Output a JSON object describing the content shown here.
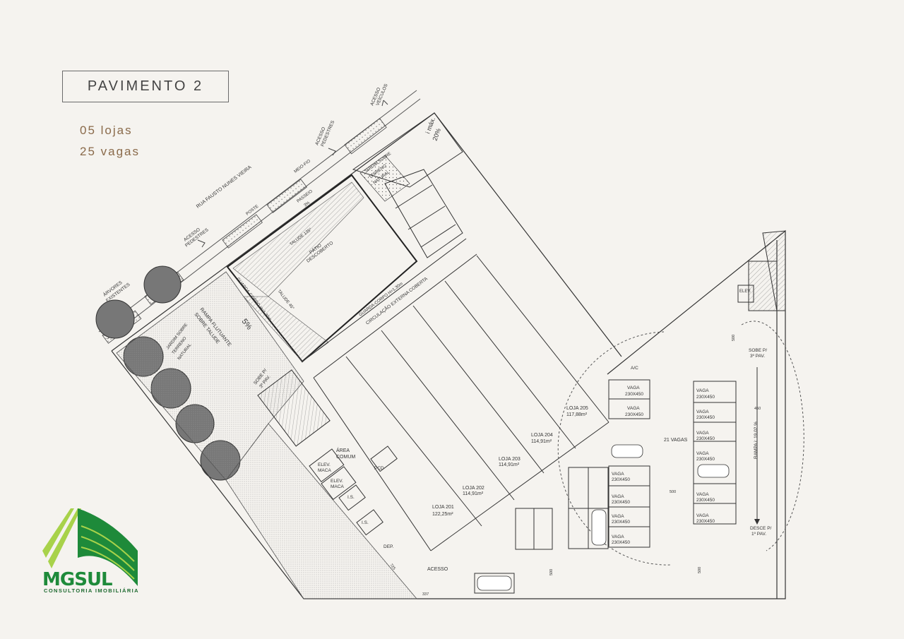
{
  "header": {
    "title": "PAVIMENTO 2",
    "stores_count": "05 lojas",
    "parking_count": "25 vagas"
  },
  "street": {
    "name": "RUA FAUSTO NUNES VIEIRA",
    "meio_fio": "MEIO-FIO",
    "poste": "POSTE",
    "passeio": "PASSEIO",
    "passeio_pct": "3%",
    "acesso_veiculos": [
      "ACESSO",
      "VEÍCULOS"
    ],
    "acesso_pedestres_1": [
      "ACESSO",
      "PEDESTRES"
    ],
    "acesso_pedestres_2": [
      "ACESSO",
      "PEDESTRES"
    ],
    "arvores": [
      "ÁRVORES",
      "EXISTENTES"
    ]
  },
  "site": {
    "ramp_slope_top": [
      "i máx.",
      "20%"
    ],
    "jardim_top": [
      "JARDIM SOBRE",
      "TERRENO",
      "NATURAL"
    ],
    "jardim_left": [
      "JARDIM SOBRE",
      "TERRENO",
      "NATURAL"
    ],
    "patio": [
      "PÁTIO",
      "DESCOBERTO"
    ],
    "talude_135": "TALUDE 135°",
    "talude_45": "TALUDE 45°",
    "guarda_corpo_1": "GUARDA-CORPO H=1,30m",
    "guarda_corpo_2": "GUARDA-CORPO H=1,30m",
    "circulacao": "CIRCULAÇÃO EXTERNA COBERTA",
    "rampa": [
      "RAMPA FLUTUANTE",
      "SOBRE TALUDE"
    ],
    "rampa_pct": "5%",
    "sobe_3_left": [
      "SOBE P/",
      "3º PAV."
    ],
    "area_comum": [
      "ÁREA",
      "COMUM"
    ],
    "elev_maca_1": [
      "ELEV.",
      "MACA"
    ],
    "elev_maca_2": [
      "ELEV.",
      "MACA"
    ],
    "pcd": "PCD",
    "is_1": "I.S.",
    "is_2": "I.S.",
    "dep": "DEP.",
    "acesso": "ACESSO",
    "ac": "A/C",
    "elev": "ELEV.",
    "vagas_total": "21 VAGAS",
    "sobe_3_right": [
      "SOBE P/",
      "3º PAV."
    ],
    "desce_1": [
      "DESCE P/",
      "1º PAV."
    ],
    "rampa_right": "RAMPA i: 19,02 %",
    "dims": {
      "d500a": "500",
      "d450": "450",
      "d500b": "500",
      "d500c": "500",
      "d500d": "500",
      "d337": "337",
      "d725": "725"
    }
  },
  "stores": [
    {
      "name": "LOJA 201",
      "area": "122,25m²"
    },
    {
      "name": "LOJA 202",
      "area": "114,91m²"
    },
    {
      "name": "LOJA 203",
      "area": "114,91m²"
    },
    {
      "name": "LOJA 204",
      "area": "114,91m²"
    },
    {
      "name": "LOJA 205",
      "area": "117,88m²"
    }
  ],
  "vaga": {
    "label": "VAGA",
    "size": "230X450"
  },
  "logo": {
    "name": "MGSUL",
    "tagline": "CONSULTORIA IMOBILIÁRIA",
    "color_green": "#1e8a3a",
    "color_light": "#a8d24a"
  }
}
